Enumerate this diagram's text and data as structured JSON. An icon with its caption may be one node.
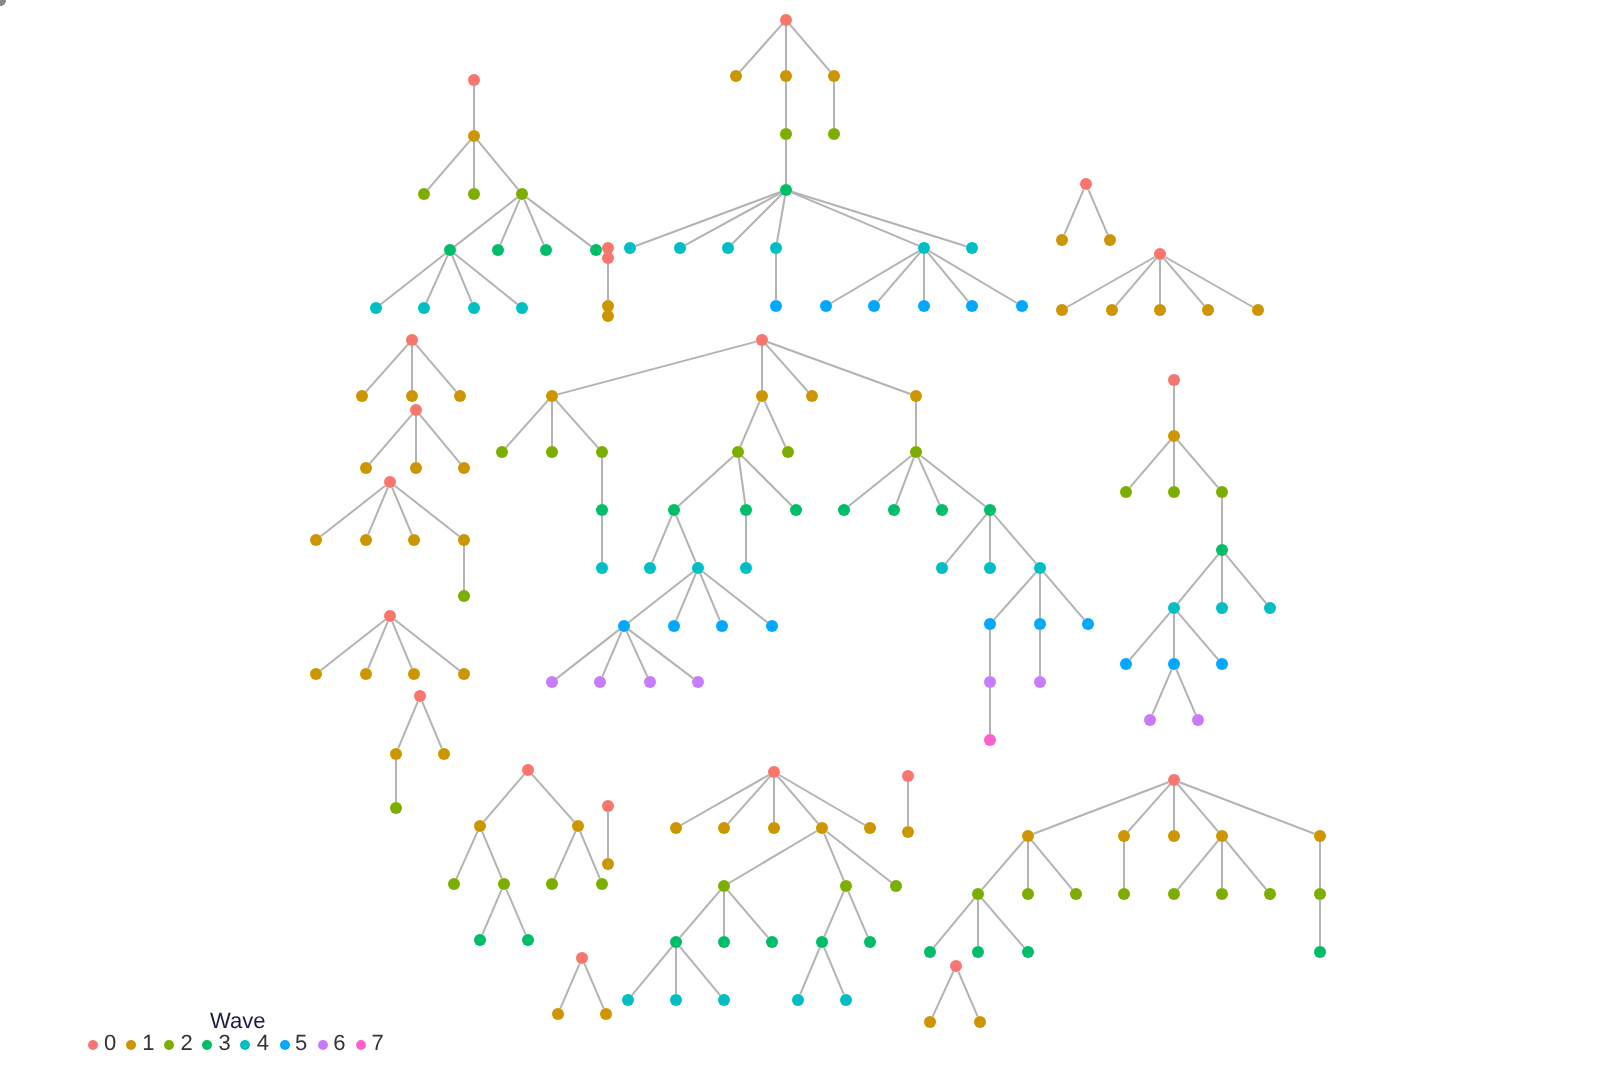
{
  "diagram": {
    "nodes": [
      {
        "text": [],
        "shape": "circle"
      },
      {
        "text": [],
        "shape": "circle"
      },
      {
        "text": [],
        "shape": "circle"
      },
      {
        "text": [],
        "shape": "circle"
      },
      {
        "text": [],
        "shape": "circle"
      },
      {
        "text": [],
        "shape": "circle"
      },
      {
        "text": [],
        "shape": "circle"
      },
      {
        "text": [],
        "shape": "circle"
      },
      {
        "text": [],
        "shape": "circle"
      },
      {
        "text": [],
        "shape": "circle"
      },
      {
        "text": [],
        "shape": "circle"
      },
      {
        "text": [],
        "shape": "circle"
      },
      {
        "text": [],
        "shape": "circle"
      },
      {
        "text": [],
        "shape": "circle"
      },
      {
        "text": [],
        "shape": "circle"
      },
      {
        "text": [],
        "shape": "circle"
      },
      {
        "text": [],
        "shape": "circle"
      },
      {
        "text": [],
        "shape": "circle"
      },
      {
        "text": [],
        "shape": "circle"
      },
      {
        "text": [],
        "shape": "circle"
      },
      {
        "text": [],
        "shape": "circle"
      },
      {
        "text": [],
        "shape": "circle"
      },
      {
        "text": [],
        "shape": "circle"
      },
      {
        "text": [],
        "shape": "circle"
      },
      {
        "text": [],
        "shape": "circle"
      },
      {
        "text": [],
        "shape": "circle"
      },
      {
        "text": [],
        "shape": "circle"
      },
      {
        "text": [],
        "shape": "circle"
      },
      {
        "text": [],
        "shape": "circle"
      },
      {
        "text": [],
        "shape": "circle"
      },
      {
        "text": [],
        "shape": "circle"
      },
      {
        "text": [],
        "shape": "circle"
      },
      {
        "text": [],
        "shape": "circle"
      },
      {
        "text": [],
        "shape": "circle"
      },
      {
        "text": [],
        "shape": "circle"
      },
      {
        "text": [],
        "shape": "circle"
      },
      {
        "text": [],
        "shape": "circle"
      },
      {
        "text": [],
        "shape": "circle"
      },
      {
        "text": [],
        "shape": "circle"
      },
      {
        "text": [],
        "shape": "circle"
      },
      {
        "text": [],
        "shape": "circle"
      },
      {
        "text": [],
        "shape": "circle"
      },
      {
        "text": [],
        "shape": "circle"
      },
      {
        "text": [],
        "shape": "circle"
      },
      {
        "text": [],
        "shape": "circle"
      },
      {
        "text": [],
        "shape": "circle"
      },
      {
        "text": [],
        "shape": "circle"
      },
      {
        "text": [],
        "shape": "circle"
      },
      {
        "text": [],
        "shape": "circle"
      },
      {
        "text": [],
        "shape": "circle"
      },
      {
        "text": [],
        "shape": "circle"
      },
      {
        "text": [],
        "shape": "circle"
      },
      {
        "text": [],
        "shape": "circle"
      },
      {
        "text": [],
        "shape": "circle"
      },
      {
        "text": [],
        "shape": "circle"
      },
      {
        "text": [],
        "shape": "circle"
      },
      {
        "text": [],
        "shape": "circle"
      },
      {
        "text": [],
        "shape": "circle"
      },
      {
        "text": [],
        "shape": "circle"
      },
      {
        "text": [],
        "shape": "circle"
      },
      {
        "text": [],
        "shape": "circle"
      },
      {
        "text": [],
        "shape": "circle"
      },
      {
        "text": [],
        "shape": "circle"
      },
      {
        "text": [],
        "shape": "circle"
      },
      {
        "text": [],
        "shape": "circle"
      },
      {
        "text": [],
        "shape": "circle"
      },
      {
        "text": [],
        "shape": "circle"
      },
      {
        "text": [],
        "shape": "circle"
      },
      {
        "text": [],
        "shape": "circle"
      },
      {
        "text": [],
        "shape": "circle"
      },
      {
        "text": [],
        "shape": "circle"
      },
      {
        "text": [],
        "shape": "circle"
      },
      {
        "text": [],
        "shape": "circle"
      },
      {
        "text": [],
        "shape": "circle"
      },
      {
        "text": [],
        "shape": "circle"
      },
      {
        "text": [],
        "shape": "circle"
      },
      {
        "text": [],
        "shape": "circle"
      },
      {
        "text": [],
        "shape": "circle"
      },
      {
        "text": [],
        "shape": "circle"
      },
      {
        "text": [],
        "shape": "circle"
      },
      {
        "text": [],
        "shape": "circle"
      },
      {
        "text": [],
        "shape": "circle"
      },
      {
        "text": [],
        "shape": "circle"
      },
      {
        "text": [],
        "shape": "circle"
      },
      {
        "text": [],
        "shape": "circle"
      },
      {
        "text": [],
        "shape": "circle"
      },
      {
        "text": [],
        "shape": "circle"
      },
      {
        "text": [],
        "shape": "circle"
      },
      {
        "text": [],
        "shape": "circle"
      },
      {
        "text": [],
        "shape": "circle"
      },
      {
        "text": [],
        "shape": "circle"
      },
      {
        "text": [],
        "shape": "circle"
      },
      {
        "text": [],
        "shape": "circle"
      },
      {
        "text": [],
        "shape": "circle"
      },
      {
        "text": [],
        "shape": "circle"
      },
      {
        "text": [],
        "shape": "circle"
      },
      {
        "text": [],
        "shape": "circle"
      },
      {
        "text": [],
        "shape": "circle"
      },
      {
        "text": [],
        "shape": "circle"
      },
      {
        "text": [],
        "shape": "circle"
      },
      {
        "text": [],
        "shape": "circle"
      },
      {
        "text": [],
        "shape": "circle"
      },
      {
        "text": [],
        "shape": "circle"
      },
      {
        "text": [],
        "shape": "circle"
      },
      {
        "text": [],
        "shape": "circle"
      },
      {
        "text": [],
        "shape": "circle"
      },
      {
        "text": [],
        "shape": "circle"
      },
      {
        "text": [],
        "shape": "circle"
      },
      {
        "text": [],
        "shape": "circle"
      },
      {
        "text": [],
        "shape": "circle"
      },
      {
        "text": [],
        "shape": "circle"
      },
      {
        "text": [],
        "shape": "circle"
      },
      {
        "text": [],
        "shape": "circle"
      },
      {
        "text": [],
        "shape": "circle"
      },
      {
        "text": [],
        "shape": "circle"
      },
      {
        "text": [],
        "shape": "circle"
      },
      {
        "text": [],
        "shape": "circle"
      },
      {
        "text": [],
        "shape": "circle"
      },
      {
        "text": [],
        "shape": "circle"
      },
      {
        "text": [],
        "shape": "circle"
      },
      {
        "text": [],
        "shape": "circle"
      },
      {
        "text": [],
        "shape": "circle"
      },
      {
        "text": [],
        "shape": "circle"
      },
      {
        "text": [],
        "shape": "circle"
      },
      {
        "text": [],
        "shape": "circle"
      },
      {
        "text": [],
        "shape": "circle"
      },
      {
        "text": [],
        "shape": "circle"
      },
      {
        "text": [],
        "shape": "circle"
      },
      {
        "text": [],
        "shape": "circle"
      },
      {
        "text": [],
        "shape": "circle"
      },
      {
        "text": [],
        "shape": "circle"
      },
      {
        "text": [],
        "shape": "circle"
      },
      {
        "text": [],
        "shape": "circle"
      },
      {
        "text": [],
        "shape": "circle"
      },
      {
        "text": [],
        "shape": "circle"
      },
      {
        "text": [],
        "shape": "circle"
      },
      {
        "text": [],
        "shape": "circle"
      },
      {
        "text": [],
        "shape": "circle"
      },
      {
        "text": [],
        "shape": "circle"
      },
      {
        "text": [],
        "shape": "circle"
      },
      {
        "text": [],
        "shape": "circle"
      },
      {
        "text": [],
        "shape": "circle"
      },
      {
        "text": [],
        "shape": "circle"
      },
      {
        "text": [],
        "shape": "circle"
      },
      {
        "text": [],
        "shape": "circle"
      },
      {
        "text": [],
        "shape": "circle"
      },
      {
        "text": [],
        "shape": "circle"
      },
      {
        "text": [],
        "shape": "circle"
      },
      {
        "text": [],
        "shape": "circle"
      },
      {
        "text": [],
        "shape": "circle"
      },
      {
        "text": [],
        "shape": "circle"
      },
      {
        "text": [],
        "shape": "circle"
      },
      {
        "text": [],
        "shape": "circle"
      },
      {
        "text": [],
        "shape": "circle"
      },
      {
        "text": [],
        "shape": "circle"
      },
      {
        "text": [],
        "shape": "circle"
      },
      {
        "text": [],
        "shape": "circle"
      },
      {
        "text": [],
        "shape": "circle"
      },
      {
        "text": [],
        "shape": "circle"
      },
      {
        "text": [],
        "shape": "circle"
      },
      {
        "text": [],
        "shape": "circle"
      },
      {
        "text": [],
        "shape": "circle"
      },
      {
        "text": [],
        "shape": "circle"
      },
      {
        "text": [],
        "shape": "circle"
      },
      {
        "text": [],
        "shape": "circle"
      },
      {
        "text": [],
        "shape": "circle"
      },
      {
        "text": [],
        "shape": "circle"
      },
      {
        "text": [],
        "shape": "circle"
      },
      {
        "text": [],
        "shape": "circle"
      },
      {
        "text": [],
        "shape": "circle"
      },
      {
        "text": [],
        "shape": "circle"
      },
      {
        "text": [],
        "shape": "circle"
      },
      {
        "text": [],
        "shape": "circle"
      },
      {
        "text": [],
        "shape": "circle"
      },
      {
        "text": [],
        "shape": "circle"
      },
      {
        "text": [],
        "shape": "circle"
      },
      {
        "text": [],
        "shape": "circle"
      },
      {
        "text": [],
        "shape": "circle"
      },
      {
        "text": [],
        "shape": "circle"
      },
      {
        "text": [],
        "shape": "circle"
      }
    ],
    "edges": [
      {
        "from": 0,
        "to": 1,
        "arrow": "none"
      },
      {
        "from": 0,
        "to": 2,
        "arrow": "none"
      },
      {
        "from": 0,
        "to": 3,
        "arrow": "none"
      },
      {
        "from": 2,
        "to": 4,
        "arrow": "none"
      },
      {
        "from": 3,
        "to": 5,
        "arrow": "none"
      },
      {
        "from": 4,
        "to": 6,
        "arrow": "none"
      },
      {
        "from": 6,
        "to": 7,
        "arrow": "none"
      },
      {
        "from": 6,
        "to": 8,
        "arrow": "none"
      },
      {
        "from": 6,
        "to": 9,
        "arrow": "none"
      },
      {
        "from": 6,
        "to": 10,
        "arrow": "none"
      },
      {
        "from": 6,
        "to": 11,
        "arrow": "none"
      },
      {
        "from": 6,
        "to": 12,
        "arrow": "none"
      },
      {
        "from": 10,
        "to": 13,
        "arrow": "none"
      },
      {
        "from": 11,
        "to": 14,
        "arrow": "none"
      },
      {
        "from": 11,
        "to": 15,
        "arrow": "none"
      },
      {
        "from": 11,
        "to": 16,
        "arrow": "none"
      },
      {
        "from": 11,
        "to": 17,
        "arrow": "none"
      },
      {
        "from": 11,
        "to": 18,
        "arrow": "none"
      },
      {
        "from": 19,
        "to": 20,
        "arrow": "none"
      },
      {
        "from": 21,
        "to": 22,
        "arrow": "none"
      },
      {
        "from": 23,
        "to": 24,
        "arrow": "none"
      },
      {
        "from": 24,
        "to": 25,
        "arrow": "none"
      },
      {
        "from": 24,
        "to": 26,
        "arrow": "none"
      },
      {
        "from": 24,
        "to": 27,
        "arrow": "none"
      },
      {
        "from": 27,
        "to": 28,
        "arrow": "none"
      },
      {
        "from": 27,
        "to": 29,
        "arrow": "none"
      },
      {
        "from": 27,
        "to": 30,
        "arrow": "none"
      },
      {
        "from": 27,
        "to": 31,
        "arrow": "none"
      },
      {
        "from": 28,
        "to": 32,
        "arrow": "none"
      },
      {
        "from": 28,
        "to": 33,
        "arrow": "none"
      },
      {
        "from": 28,
        "to": 34,
        "arrow": "none"
      },
      {
        "from": 28,
        "to": 35,
        "arrow": "none"
      },
      {
        "from": 36,
        "to": 37,
        "arrow": "none"
      },
      {
        "from": 36,
        "to": 38,
        "arrow": "none"
      },
      {
        "from": 39,
        "to": 40,
        "arrow": "none"
      },
      {
        "from": 39,
        "to": 41,
        "arrow": "none"
      },
      {
        "from": 39,
        "to": 42,
        "arrow": "none"
      },
      {
        "from": 39,
        "to": 43,
        "arrow": "none"
      },
      {
        "from": 39,
        "to": 44,
        "arrow": "none"
      },
      {
        "from": 45,
        "to": 46,
        "arrow": "none"
      },
      {
        "from": 45,
        "to": 47,
        "arrow": "none"
      },
      {
        "from": 45,
        "to": 48,
        "arrow": "none"
      },
      {
        "from": 45,
        "to": 49,
        "arrow": "none"
      },
      {
        "from": 46,
        "to": 50,
        "arrow": "none"
      },
      {
        "from": 46,
        "to": 51,
        "arrow": "none"
      },
      {
        "from": 46,
        "to": 52,
        "arrow": "none"
      },
      {
        "from": 52,
        "to": 53,
        "arrow": "none"
      },
      {
        "from": 53,
        "to": 54,
        "arrow": "none"
      },
      {
        "from": 47,
        "to": 55,
        "arrow": "none"
      },
      {
        "from": 47,
        "to": 56,
        "arrow": "none"
      },
      {
        "from": 55,
        "to": 57,
        "arrow": "none"
      },
      {
        "from": 55,
        "to": 58,
        "arrow": "none"
      },
      {
        "from": 55,
        "to": 59,
        "arrow": "none"
      },
      {
        "from": 57,
        "to": 60,
        "arrow": "none"
      },
      {
        "from": 57,
        "to": 61,
        "arrow": "none"
      },
      {
        "from": 58,
        "to": 62,
        "arrow": "none"
      },
      {
        "from": 61,
        "to": 63,
        "arrow": "none"
      },
      {
        "from": 61,
        "to": 64,
        "arrow": "none"
      },
      {
        "from": 61,
        "to": 65,
        "arrow": "none"
      },
      {
        "from": 61,
        "to": 66,
        "arrow": "none"
      },
      {
        "from": 63,
        "to": 67,
        "arrow": "none"
      },
      {
        "from": 63,
        "to": 68,
        "arrow": "none"
      },
      {
        "from": 63,
        "to": 69,
        "arrow": "none"
      },
      {
        "from": 63,
        "to": 70,
        "arrow": "none"
      },
      {
        "from": 49,
        "to": 71,
        "arrow": "none"
      },
      {
        "from": 71,
        "to": 72,
        "arrow": "none"
      },
      {
        "from": 71,
        "to": 73,
        "arrow": "none"
      },
      {
        "from": 71,
        "to": 74,
        "arrow": "none"
      },
      {
        "from": 71,
        "to": 75,
        "arrow": "none"
      },
      {
        "from": 75,
        "to": 76,
        "arrow": "none"
      },
      {
        "from": 75,
        "to": 77,
        "arrow": "none"
      },
      {
        "from": 75,
        "to": 78,
        "arrow": "none"
      },
      {
        "from": 78,
        "to": 79,
        "arrow": "none"
      },
      {
        "from": 78,
        "to": 80,
        "arrow": "none"
      },
      {
        "from": 78,
        "to": 81,
        "arrow": "none"
      },
      {
        "from": 79,
        "to": 82,
        "arrow": "none"
      },
      {
        "from": 82,
        "to": 83,
        "arrow": "none"
      },
      {
        "from": 80,
        "to": 84,
        "arrow": "none"
      },
      {
        "from": 85,
        "to": 86,
        "arrow": "none"
      },
      {
        "from": 86,
        "to": 87,
        "arrow": "none"
      },
      {
        "from": 86,
        "to": 88,
        "arrow": "none"
      },
      {
        "from": 86,
        "to": 89,
        "arrow": "none"
      },
      {
        "from": 89,
        "to": 90,
        "arrow": "none"
      },
      {
        "from": 90,
        "to": 91,
        "arrow": "none"
      },
      {
        "from": 90,
        "to": 92,
        "arrow": "none"
      },
      {
        "from": 90,
        "to": 93,
        "arrow": "none"
      },
      {
        "from": 91,
        "to": 94,
        "arrow": "none"
      },
      {
        "from": 91,
        "to": 95,
        "arrow": "none"
      },
      {
        "from": 91,
        "to": 96,
        "arrow": "none"
      },
      {
        "from": 95,
        "to": 97,
        "arrow": "none"
      },
      {
        "from": 95,
        "to": 98,
        "arrow": "none"
      },
      {
        "from": 99,
        "to": 100,
        "arrow": "none"
      },
      {
        "from": 99,
        "to": 101,
        "arrow": "none"
      },
      {
        "from": 99,
        "to": 102,
        "arrow": "none"
      },
      {
        "from": 103,
        "to": 104,
        "arrow": "none"
      },
      {
        "from": 103,
        "to": 105,
        "arrow": "none"
      },
      {
        "from": 103,
        "to": 106,
        "arrow": "none"
      },
      {
        "from": 107,
        "to": 108,
        "arrow": "none"
      },
      {
        "from": 107,
        "to": 109,
        "arrow": "none"
      },
      {
        "from": 107,
        "to": 110,
        "arrow": "none"
      },
      {
        "from": 107,
        "to": 111,
        "arrow": "none"
      },
      {
        "from": 111,
        "to": 112,
        "arrow": "none"
      },
      {
        "from": 113,
        "to": 114,
        "arrow": "none"
      },
      {
        "from": 113,
        "to": 115,
        "arrow": "none"
      },
      {
        "from": 113,
        "to": 116,
        "arrow": "none"
      },
      {
        "from": 113,
        "to": 117,
        "arrow": "none"
      },
      {
        "from": 118,
        "to": 119,
        "arrow": "none"
      },
      {
        "from": 118,
        "to": 120,
        "arrow": "none"
      },
      {
        "from": 119,
        "to": 121,
        "arrow": "none"
      },
      {
        "from": 122,
        "to": 123,
        "arrow": "none"
      },
      {
        "from": 122,
        "to": 124,
        "arrow": "none"
      },
      {
        "from": 123,
        "to": 125,
        "arrow": "none"
      },
      {
        "from": 123,
        "to": 126,
        "arrow": "none"
      },
      {
        "from": 126,
        "to": 127,
        "arrow": "none"
      },
      {
        "from": 126,
        "to": 128,
        "arrow": "none"
      },
      {
        "from": 124,
        "to": 129,
        "arrow": "none"
      },
      {
        "from": 124,
        "to": 130,
        "arrow": "none"
      },
      {
        "from": 131,
        "to": 132,
        "arrow": "none"
      },
      {
        "from": 133,
        "to": 134,
        "arrow": "none"
      },
      {
        "from": 133,
        "to": 135,
        "arrow": "none"
      },
      {
        "from": 136,
        "to": 137,
        "arrow": "none"
      },
      {
        "from": 136,
        "to": 138,
        "arrow": "none"
      },
      {
        "from": 136,
        "to": 139,
        "arrow": "none"
      },
      {
        "from": 136,
        "to": 140,
        "arrow": "none"
      },
      {
        "from": 136,
        "to": 141,
        "arrow": "none"
      },
      {
        "from": 140,
        "to": 142,
        "arrow": "none"
      },
      {
        "from": 140,
        "to": 143,
        "arrow": "none"
      },
      {
        "from": 140,
        "to": 144,
        "arrow": "none"
      },
      {
        "from": 142,
        "to": 145,
        "arrow": "none"
      },
      {
        "from": 142,
        "to": 146,
        "arrow": "none"
      },
      {
        "from": 142,
        "to": 147,
        "arrow": "none"
      },
      {
        "from": 145,
        "to": 148,
        "arrow": "none"
      },
      {
        "from": 145,
        "to": 149,
        "arrow": "none"
      },
      {
        "from": 145,
        "to": 150,
        "arrow": "none"
      },
      {
        "from": 143,
        "to": 151,
        "arrow": "none"
      },
      {
        "from": 143,
        "to": 152,
        "arrow": "none"
      },
      {
        "from": 151,
        "to": 153,
        "arrow": "none"
      },
      {
        "from": 151,
        "to": 154,
        "arrow": "none"
      },
      {
        "from": 155,
        "to": 156,
        "arrow": "none"
      },
      {
        "from": 157,
        "to": 158,
        "arrow": "none"
      },
      {
        "from": 157,
        "to": 159,
        "arrow": "none"
      },
      {
        "from": 157,
        "to": 160,
        "arrow": "none"
      },
      {
        "from": 157,
        "to": 161,
        "arrow": "none"
      },
      {
        "from": 157,
        "to": 162,
        "arrow": "none"
      },
      {
        "from": 158,
        "to": 163,
        "arrow": "none"
      },
      {
        "from": 158,
        "to": 164,
        "arrow": "none"
      },
      {
        "from": 158,
        "to": 165,
        "arrow": "none"
      },
      {
        "from": 163,
        "to": 166,
        "arrow": "none"
      },
      {
        "from": 163,
        "to": 167,
        "arrow": "none"
      },
      {
        "from": 163,
        "to": 168,
        "arrow": "none"
      },
      {
        "from": 159,
        "to": 169,
        "arrow": "none"
      },
      {
        "from": 161,
        "to": 170,
        "arrow": "none"
      },
      {
        "from": 161,
        "to": 171,
        "arrow": "none"
      },
      {
        "from": 161,
        "to": 172,
        "arrow": "none"
      },
      {
        "from": 162,
        "to": 173,
        "arrow": "none"
      },
      {
        "from": 173,
        "to": 174,
        "arrow": "none"
      },
      {
        "from": 175,
        "to": 176,
        "arrow": "none"
      },
      {
        "from": 175,
        "to": 177,
        "arrow": "none"
      }
    ],
    "labels": [
      "Wave"
    ],
    "legend": [
      {
        "text": "0",
        "color": "#f8766d"
      },
      {
        "text": "1",
        "color": "#cd9600"
      },
      {
        "text": "2",
        "color": "#7cae00"
      },
      {
        "text": "3",
        "color": "#00be67"
      },
      {
        "text": "4",
        "color": "#00bfc4"
      },
      {
        "text": "5",
        "color": "#00a9ff"
      },
      {
        "text": "6",
        "color": "#c77cff"
      },
      {
        "text": "7",
        "color": "#ff61cc"
      }
    ]
  }
}
